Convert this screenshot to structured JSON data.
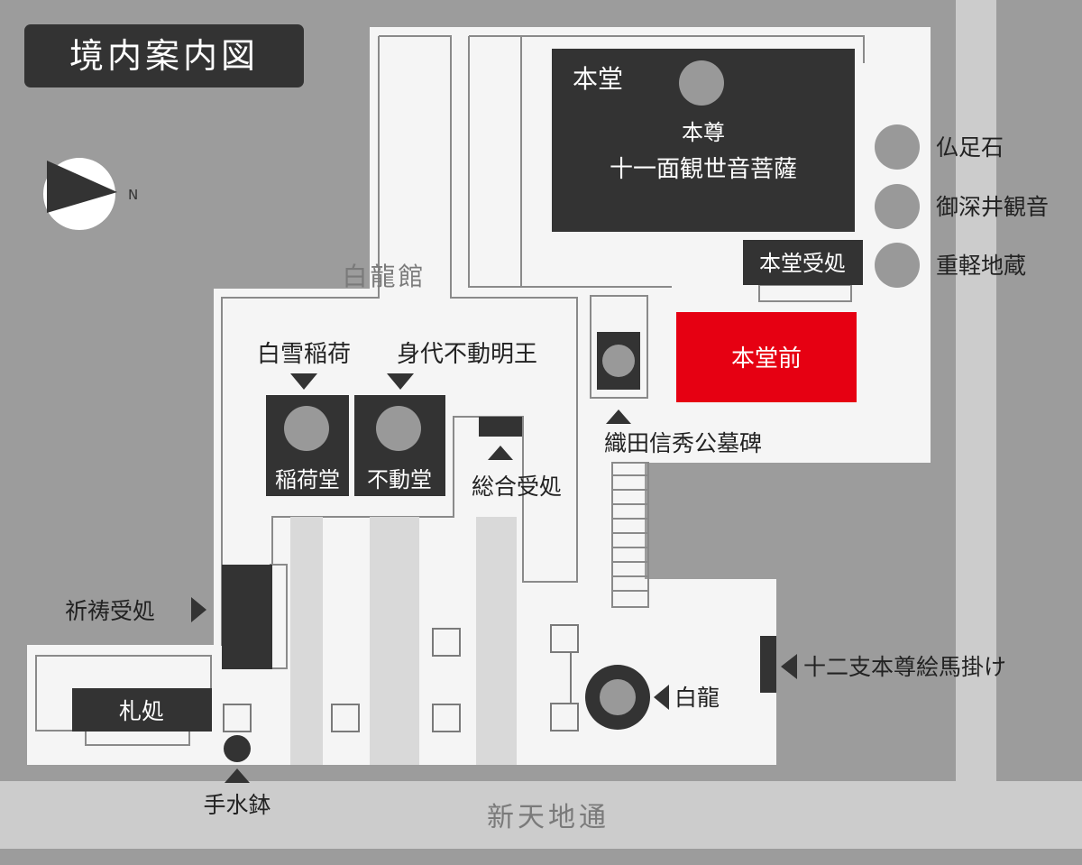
{
  "title": "境内案内図",
  "compass": {
    "label": "N"
  },
  "street": "新天地通",
  "colors": {
    "background": "#9c9c9c",
    "grounds": "#f5f5f5",
    "building": "#333333",
    "statue": "#999999",
    "highlight": "#e60012",
    "street": "#cccccc"
  },
  "buildings": {
    "hondo": {
      "name": "本堂",
      "honzon_label": "本尊",
      "honzon_name": "十一面観世音菩薩"
    },
    "hondo_uketsuke": "本堂受処",
    "hondo_mae": "本堂前",
    "hakuryukan": "白龍館",
    "inari_do": "稲荷堂",
    "fudo_do": "不動堂",
    "fuda_dokoro": "札処"
  },
  "labels": {
    "shirayuki_inari": "白雪稲荷",
    "migawari_fudo": "身代不動明王",
    "sogo_uketsuke": "総合受処",
    "oda_nobuhide": "織田信秀公墓碑",
    "kito_uketsuke": "祈祷受処",
    "chozubachi": "手水鉢",
    "hakuryu": "白龍",
    "juunishi": "十二支本尊絵馬掛け"
  },
  "side_items": [
    "仏足石",
    "御深井観音",
    "重軽地蔵"
  ]
}
